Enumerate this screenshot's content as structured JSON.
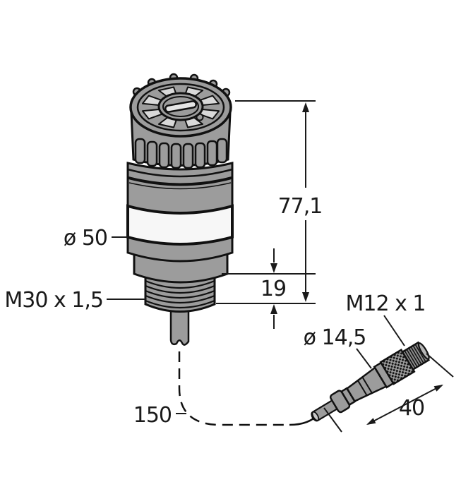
{
  "drawing": {
    "type": "technical-dimension-drawing",
    "subject": "indicator tower light with M30 mounting thread and M12 pigtail connector",
    "background_color": "#ffffff",
    "line_color": "#1a1a1a",
    "body_color": "#9c9c9c",
    "band_color": "#f7f7f7",
    "dimensions": {
      "overall_height": "77,1",
      "body_diameter": "ø 50",
      "mounting_thread": "M30 x 1,5",
      "thread_length": "19",
      "connector_thread": "M12 x 1",
      "connector_diameter": "ø 14,5",
      "pigtail_length": "150",
      "connector_length": "40"
    }
  }
}
